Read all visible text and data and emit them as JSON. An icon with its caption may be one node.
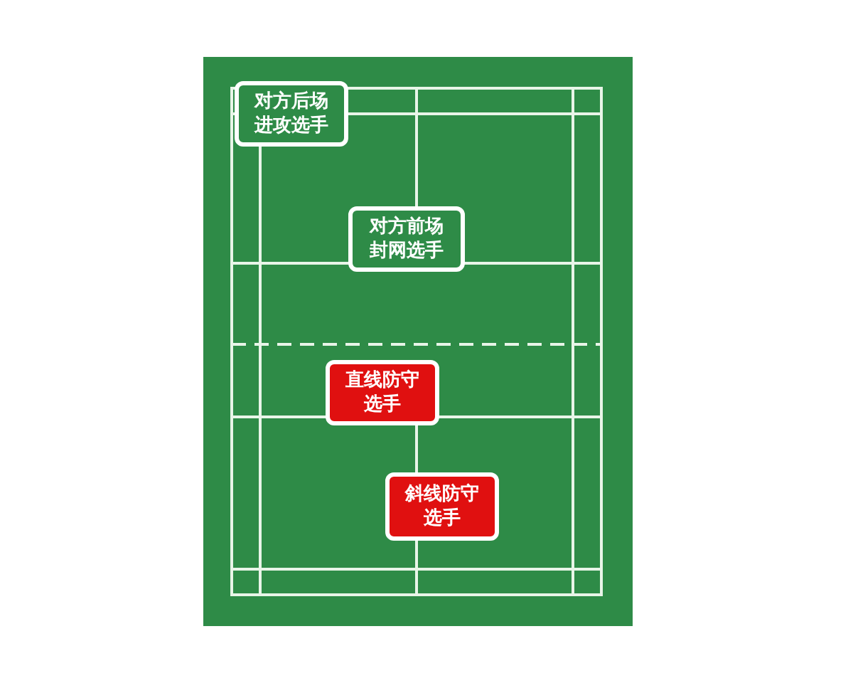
{
  "diagram": {
    "nodes": [
      {
        "text": [
          "对方后场进攻选手"
        ]
      },
      {
        "text": [
          "对方前场封网选手"
        ]
      },
      {
        "text": [
          "直线防守选手"
        ]
      },
      {
        "text": [
          "斜线防守选手"
        ]
      }
    ]
  }
}
